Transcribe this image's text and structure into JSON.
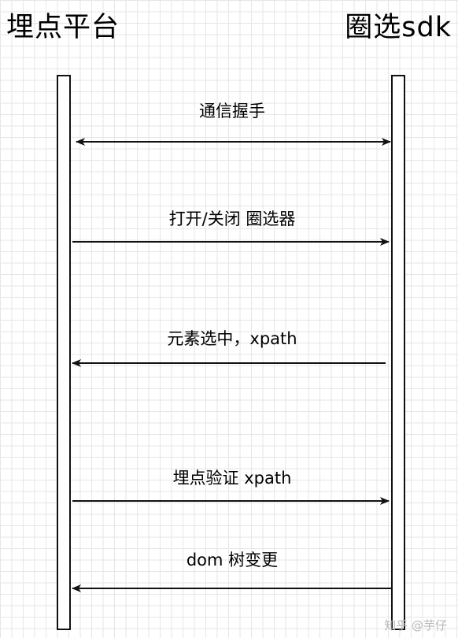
{
  "actors": {
    "left": "埋点平台",
    "right": "圈选sdk"
  },
  "messages": [
    {
      "label": "通信握手",
      "direction": "both"
    },
    {
      "label": "打开/关闭 圈选器",
      "direction": "right"
    },
    {
      "label": "元素选中，xpath",
      "direction": "left"
    },
    {
      "label": "埋点验证 xpath",
      "direction": "right"
    },
    {
      "label": "dom 树变更",
      "direction": "left"
    }
  ],
  "watermark": "知乎 @芋仔",
  "colors": {
    "line": "#111111",
    "grid": "#e6e6e6",
    "background": "#ffffff"
  }
}
